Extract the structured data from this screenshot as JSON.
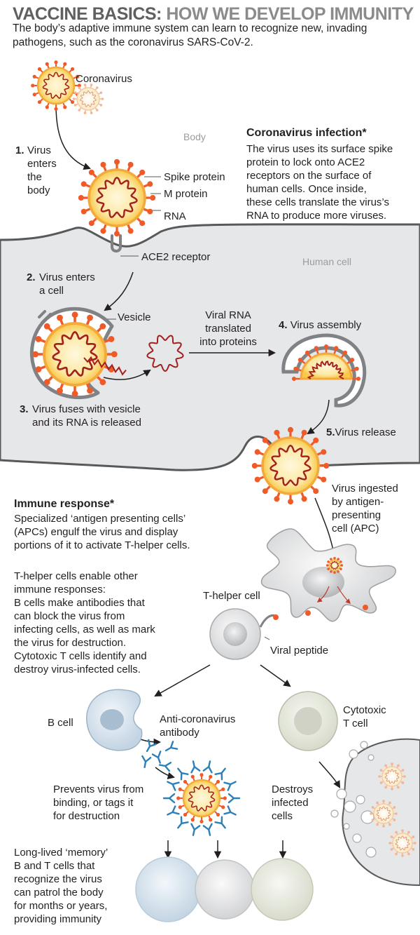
{
  "title": {
    "part1": "VACCINE BASICS:",
    "part2": "HOW WE DEVELOP IMMUNITY"
  },
  "intro": "The body’s adaptive immune system can learn to recognize new, invading pathogens, such as the coronavirus SARS-CoV-2.",
  "labels": {
    "coronavirus": "Coronavirus",
    "body": "Body",
    "human_cell": "Human cell",
    "spike_protein": "Spike protein",
    "m_protein": "M protein",
    "rna": "RNA",
    "ace2_receptor": "ACE2 receptor",
    "vesicle": "Vesicle",
    "viral_rna_translated": "Viral RNA\ntranslated\ninto proteins",
    "t_helper_cell": "T-helper cell",
    "viral_peptide": "Viral peptide",
    "b_cell": "B cell",
    "antibody": "Anti-coronavirus\nantibody",
    "cytotoxic": "Cytotoxic\nT cell",
    "virus_ingested": "Virus ingested\nby antigen-\npresenting\ncell (APC)",
    "prevents": "Prevents virus from\nbinding, or tags it\nfor destruction",
    "destroys": "Destroys\ninfected\ncells",
    "memory": "Long-lived ‘memory’\nB and T cells that\nrecognize the virus\ncan patrol the body\nfor months or years,\nproviding immunity"
  },
  "steps": [
    {
      "num": "1.",
      "text": "Virus\nenters\nthe body"
    },
    {
      "num": "2.",
      "text": "Virus enters\na cell"
    },
    {
      "num": "3.",
      "text": "Virus fuses with vesicle\nand its RNA is released"
    },
    {
      "num": "4.",
      "text": "Virus assembly"
    },
    {
      "num": "5.",
      "text": "Virus release"
    }
  ],
  "infection": {
    "heading": "Coronavirus infection*",
    "body": "The virus uses its surface spike\nprotein to lock onto ACE2\nreceptors on the surface of\nhuman cells. Once inside,\nthese cells translate the virus’s\nRNA to produce more viruses."
  },
  "immune": {
    "heading": "Immune response*",
    "body": "Specialized ‘antigen presenting cells’\n(APCs) engulf the virus and display\nportions of it to activate T-helper cells.",
    "body2": "T-helper cells enable other\nimmune responses:\nB cells make antibodies that\ncan block the virus from\ninfecting cells, as well as mark\nthe virus for destruction.\nCytotoxic T cells identify and\ndestroy virus-infected cells."
  },
  "colors": {
    "cell_fill": "#e6e7e8",
    "cell_outline": "#58595b",
    "spike": "#f05a28",
    "virus_core": "#fbd26b",
    "rna": "#a3201f",
    "b_cell": "#d6e3ee",
    "antibody": "#2c7fb8",
    "cytotoxic": "#e4e6dc"
  }
}
